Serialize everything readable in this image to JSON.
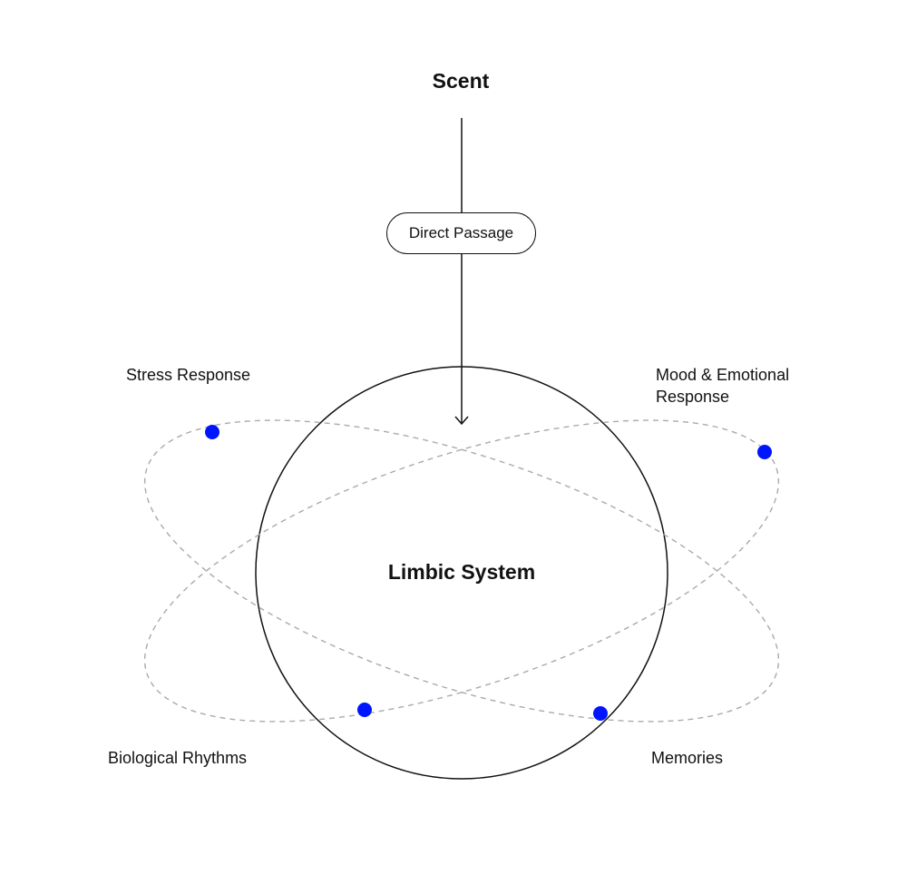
{
  "diagram": {
    "source_label": "Scent",
    "passage_label": "Direct Passage",
    "center_label": "Limbic System",
    "outputs": {
      "stress": "Stress Response",
      "mood_line1": "Mood & Emotional",
      "mood_line2": "Response",
      "biological": "Biological Rhythms",
      "memories": "Memories"
    }
  },
  "colors": {
    "stroke": "#111111",
    "orbit": "#aaaaaa",
    "node": "#0015ff",
    "background": "#ffffff"
  }
}
